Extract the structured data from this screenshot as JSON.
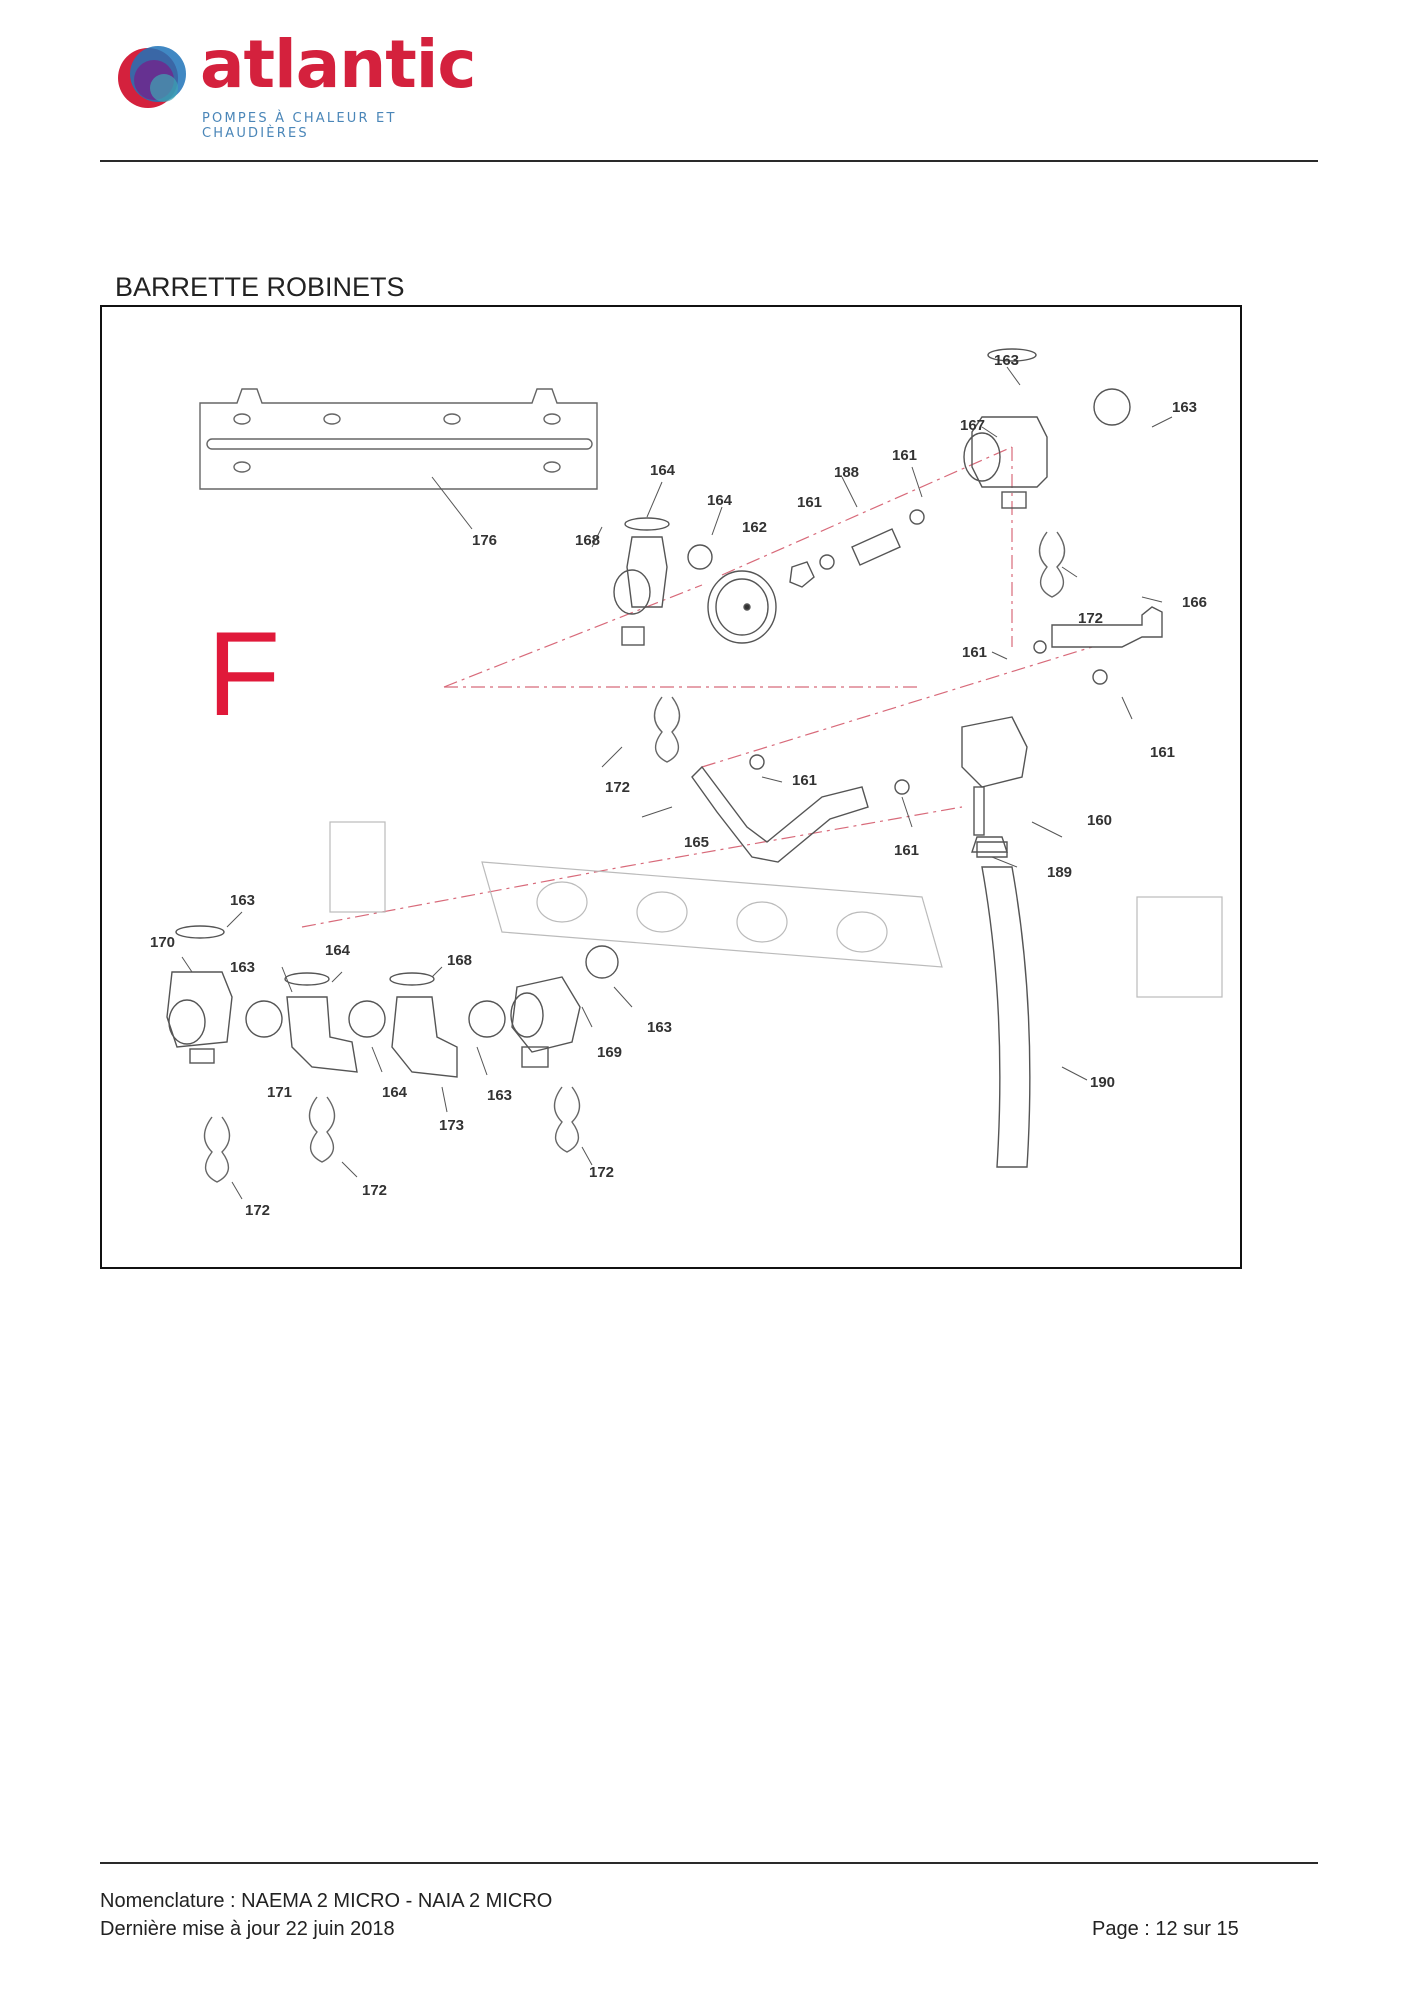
{
  "header": {
    "logo_text": "atlantic",
    "logo_tagline": "POMPES À CHALEUR ET CHAUDIÈRES",
    "brand_colors": {
      "red": "#d4213d",
      "blue": "#1e73b8",
      "purple": "#6b2b8f",
      "teal": "#3ea7b4"
    }
  },
  "section": {
    "title": "BARRETTE ROBINETS",
    "figure_letter": "F",
    "figure_letter_color": "#e0193a"
  },
  "callouts": {
    "c176": "176",
    "c168a": "168",
    "c164a": "164",
    "c164b": "164",
    "c162": "162",
    "c161a": "161",
    "c188": "188",
    "c161b": "161",
    "c163a": "163",
    "c167": "167",
    "c163b": "163",
    "c172a": "172",
    "c166": "166",
    "c161c": "161",
    "c161d": "161",
    "c172b": "172",
    "c161e": "161",
    "c165": "165",
    "c161f": "161",
    "c160": "160",
    "c189": "189",
    "c163c": "163",
    "c170": "170",
    "c163d": "163",
    "c164c": "164",
    "c168b": "168",
    "c163e": "163",
    "c169": "169",
    "c171": "171",
    "c164d": "164",
    "c163f": "163",
    "c173": "173",
    "c172c": "172",
    "c172d": "172",
    "c172e": "172",
    "c190": "190"
  },
  "footer": {
    "line1": "Nomenclature : NAEMA 2 MICRO - NAIA 2 MICRO",
    "line2": "Dernière mise à jour 22 juin 2018",
    "page": "Page : 12 sur 15"
  }
}
